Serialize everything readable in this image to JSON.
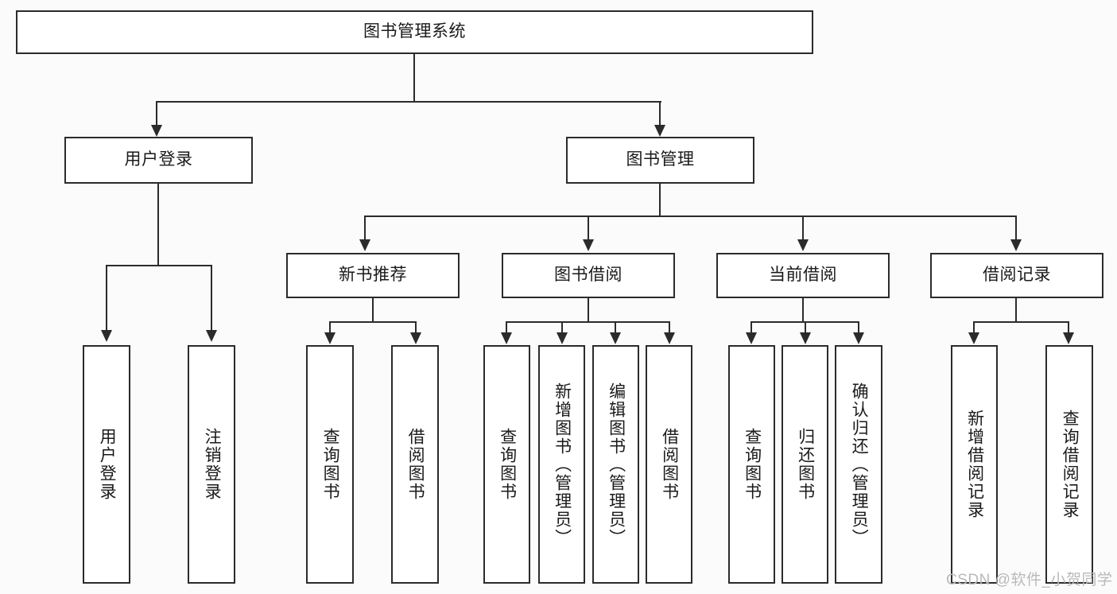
{
  "diagram": {
    "title": "图书管理系统",
    "type": "tree-hierarchy",
    "root": {
      "label": "图书管理系统"
    },
    "level2": [
      {
        "label": "用户登录"
      },
      {
        "label": "图书管理"
      }
    ],
    "level3": [
      {
        "label": "新书推荐"
      },
      {
        "label": "图书借阅"
      },
      {
        "label": "当前借阅"
      },
      {
        "label": "借阅记录"
      }
    ],
    "leaves": {
      "user_login": [
        {
          "label": "用户登录"
        },
        {
          "label": "注销登录"
        }
      ],
      "new_book_recommend": [
        {
          "label": "查询图书"
        },
        {
          "label": "借阅图书"
        }
      ],
      "book_borrow": [
        {
          "label": "查询图书"
        },
        {
          "label": "新增图书（管理员）"
        },
        {
          "label": "编辑图书（管理员）"
        },
        {
          "label": "借阅图书"
        }
      ],
      "current_borrow": [
        {
          "label": "查询图书"
        },
        {
          "label": "归还图书"
        },
        {
          "label": "确认归还（管理员）"
        }
      ],
      "borrow_record": [
        {
          "label": "新增借阅记录"
        },
        {
          "label": "查询借阅记录"
        }
      ]
    }
  },
  "watermark": {
    "text": "CSDN @软件_小贺同学"
  },
  "colors": {
    "border": "#2b2b2b",
    "node_fill": "#ffffff",
    "page_bg": "#fbfbfb",
    "text": "#1a1a1a",
    "watermark": "#b9b9b9"
  }
}
